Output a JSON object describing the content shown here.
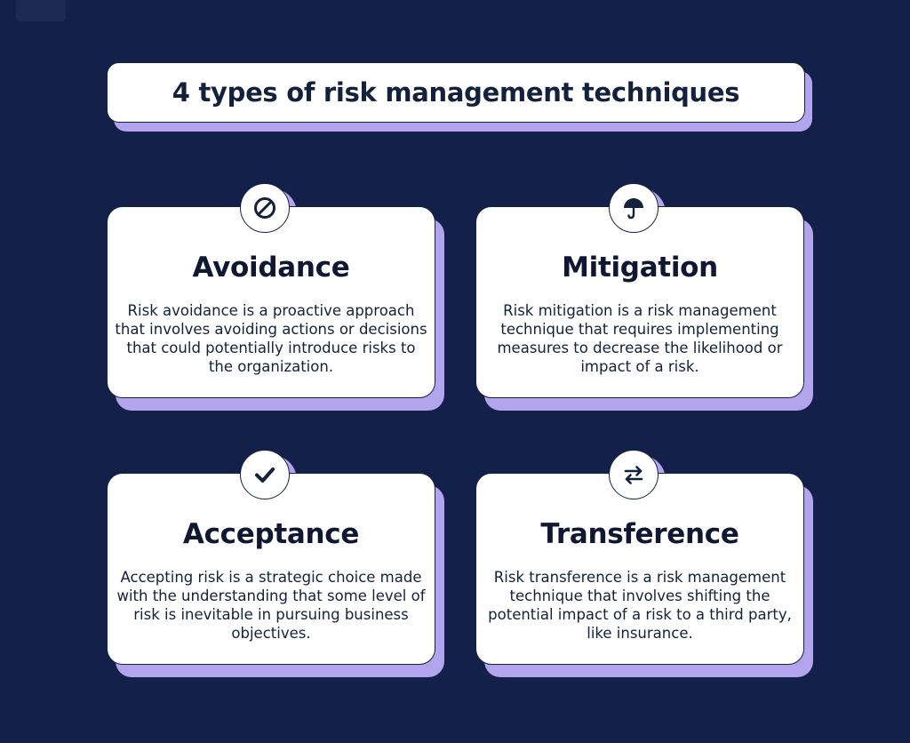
{
  "title": "4 types of risk management techniques",
  "colors": {
    "background": "#13204a",
    "card": "#ffffff",
    "shadow_accent": "#b3a4ee",
    "text": "#14213d"
  },
  "cards": [
    {
      "icon": "prohibited-icon",
      "title": "Avoidance",
      "description": "Risk avoidance is a proactive approach that involves avoiding actions or decisions that could potentially introduce risks to the organization."
    },
    {
      "icon": "umbrella-icon",
      "title": "Mitigation",
      "description": "Risk mitigation is a risk management technique that requires implementing measures to decrease the likelihood or impact of a risk."
    },
    {
      "icon": "checkmark-icon",
      "title": "Acceptance",
      "description": "Accepting risk is a strategic choice made with the understanding that some level of risk is inevitable in pursuing business objectives."
    },
    {
      "icon": "transfer-arrows-icon",
      "title": "Transference",
      "description": "Risk transference is a risk management technique that involves shifting the potential impact of a risk to a third party, like insurance."
    }
  ]
}
